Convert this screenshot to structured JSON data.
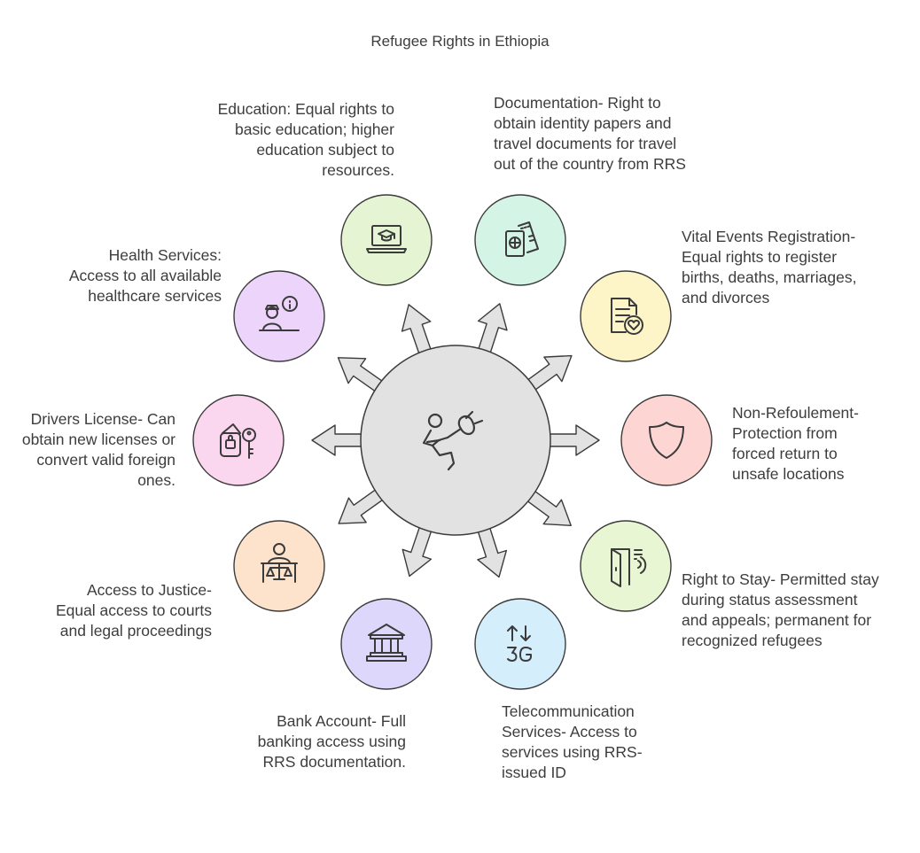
{
  "title": "Refugee Rights in Ethiopia",
  "center_icon": "refugee-with-bundle-icon",
  "items": [
    {
      "id": "education",
      "icon": "laptop-graduation-icon",
      "color": "#e5f5d3",
      "lines": [
        "Education: Equal rights to",
        "basic education; higher",
        "education subject to",
        "resources."
      ]
    },
    {
      "id": "documentation",
      "icon": "passport-ticket-icon",
      "color": "#d4f5e6",
      "lines": [
        "Documentation-  Right to",
        "obtain identity papers and",
        "travel documents for travel",
        "out of the country from RRS"
      ]
    },
    {
      "id": "vital-events",
      "icon": "document-heart-icon",
      "color": "#fdf5c8",
      "lines": [
        "Vital Events Registration-",
        "Equal rights to register",
        "births, deaths, marriages,",
        "and divorces"
      ]
    },
    {
      "id": "non-refoulement",
      "icon": "shield-icon",
      "color": "#fdd6d4",
      "lines": [
        "Non-Refoulement-",
        "Protection from",
        "forced return to",
        "unsafe locations"
      ]
    },
    {
      "id": "right-to-stay",
      "icon": "door-sensor-icon",
      "color": "#e9f6d3",
      "lines": [
        "Right to Stay- Permitted stay",
        "during status assessment",
        "and appeals; permanent for",
        "recognized refugees"
      ]
    },
    {
      "id": "telecom",
      "icon": "signal-3g-icon",
      "color": "#d4eefb",
      "lines": [
        "Telecommunication",
        "Services- Access to",
        "services using RRS-",
        "issued ID"
      ]
    },
    {
      "id": "bank",
      "icon": "bank-icon",
      "color": "#ddd7fb",
      "lines": [
        "Bank Account- Full",
        "banking access using",
        "RRS documentation."
      ]
    },
    {
      "id": "justice",
      "icon": "scales-justice-icon",
      "color": "#fde3cc",
      "lines": [
        "Access to Justice-",
        "Equal access to courts",
        "and legal proceedings"
      ]
    },
    {
      "id": "drivers-license",
      "icon": "wallet-key-icon",
      "color": "#fbd6ef",
      "lines": [
        "Drivers License- Can",
        "obtain new licenses or",
        "convert valid foreign",
        "ones."
      ]
    },
    {
      "id": "health",
      "icon": "person-info-icon",
      "color": "#ecd4fb",
      "lines": [
        "Health Services:",
        "Access to all available",
        "healthcare services"
      ]
    }
  ]
}
